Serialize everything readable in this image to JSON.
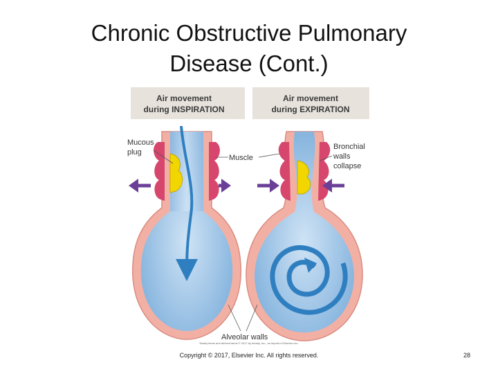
{
  "slide": {
    "title_line1": "Chronic Obstructive Pulmonary",
    "title_line2": "Disease (Cont.)"
  },
  "figure": {
    "left_header_line1": "Air movement",
    "left_header_line2": "during INSPIRATION",
    "right_header_line1": "Air movement",
    "right_header_line2": "during EXPIRATION",
    "labels": {
      "mucous_line1": "Mucous",
      "mucous_line2": "plug",
      "muscle": "Muscle",
      "bronchial_line1": "Bronchial",
      "bronchial_line2": "walls",
      "bronchial_line3": "collapse",
      "alveolar": "Alveolar walls"
    },
    "credit": "Mosby items and derived items © 2017 by Mosby, Inc., an imprint of Elsevier Inc."
  },
  "footer": {
    "copyright": "Copyright © 2017, Elsevier Inc. All rights reserved.",
    "page_number": "28"
  },
  "colors": {
    "header_bg": "#e7e2dc",
    "alveolus_fill": "#9ec3e6",
    "wall": "#f2b0a5",
    "muscle": "#d6466d",
    "mucus": "#f2d600",
    "arrow_blue": "#2f7fc0",
    "arrow_purple": "#6b3f98"
  }
}
